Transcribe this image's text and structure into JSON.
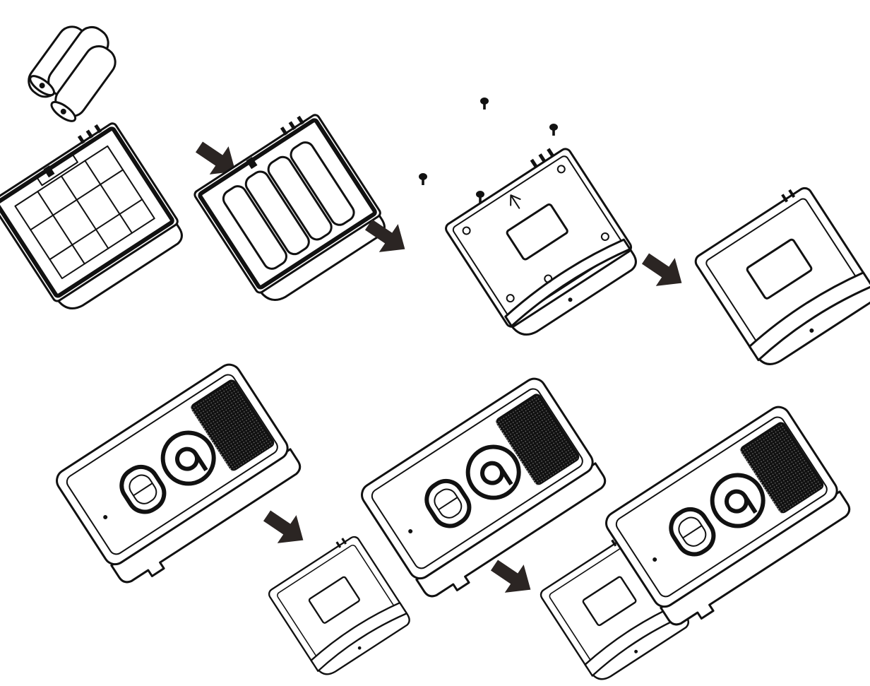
{
  "diagram": {
    "kind": "assembly-instructions",
    "text": [],
    "colors": {
      "line": "#111111",
      "arrow": "#2b2523",
      "background": "#ffffff"
    },
    "steps": [
      {
        "name": "batteries",
        "icon": "aa-batteries-icon"
      },
      {
        "name": "empty-battery-holder",
        "icon": "battery-holder-icon"
      },
      {
        "name": "batteries-installed",
        "icon": "battery-holder-loaded-icon"
      },
      {
        "name": "cover-with-screws",
        "icon": "screw-cover-icon"
      },
      {
        "name": "battery-pack",
        "icon": "battery-pack-icon"
      },
      {
        "name": "remote-unit",
        "icon": "remote-unit-icon"
      },
      {
        "name": "attach-pack",
        "icon": "attach-icon"
      },
      {
        "name": "assembled-device",
        "icon": "assembled-device-icon"
      }
    ],
    "arrow_count": 6
  }
}
